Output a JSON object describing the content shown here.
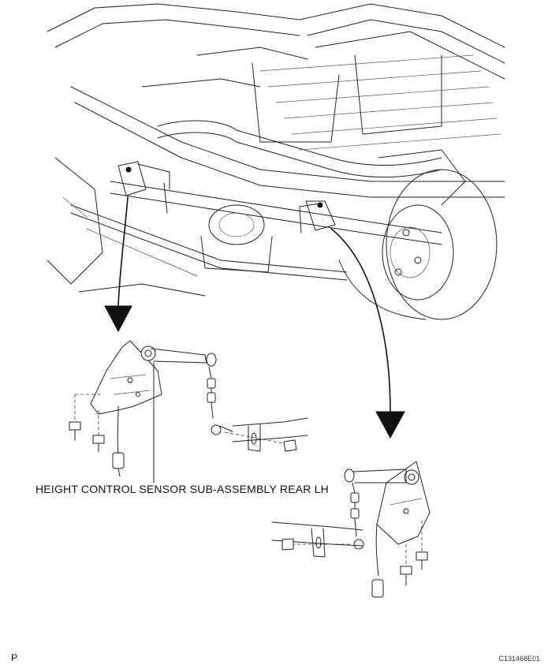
{
  "diagram": {
    "component_label": "HEIGHT CONTROL SENSOR SUB-ASSEMBLY REAR LH",
    "page_marker": "P",
    "figure_code": "C131468E01"
  }
}
